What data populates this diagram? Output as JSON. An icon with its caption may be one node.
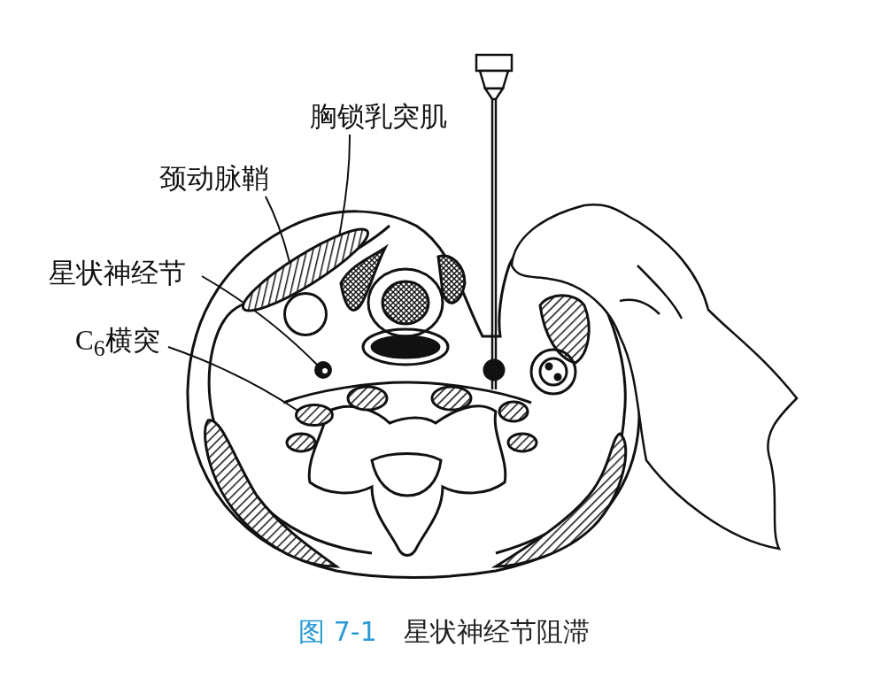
{
  "diagram": {
    "caption": "图 7-1　星状神经节阻滞",
    "nodes": [
      {
        "text": [
          "胸锁乳突肌"
        ]
      },
      {
        "text": [
          "颈动脉鞘"
        ]
      },
      {
        "text": [
          "星状神经节"
        ]
      },
      {
        "text": [
          "C$_{6}$横突"
        ]
      },
      {
        "text": [],
        "shape": "ellipse"
      },
      {
        "text": [],
        "shape": "circle"
      },
      {
        "text": [],
        "shape": "circle"
      },
      {
        "text": [],
        "shape": "ellipse"
      }
    ],
    "edges": [
      {
        "from": 0,
        "to": 4,
        "arrow": "none"
      },
      {
        "from": 1,
        "to": 5,
        "arrow": "none"
      },
      {
        "from": 2,
        "to": 6,
        "arrow": "none"
      },
      {
        "from": 3,
        "to": 7,
        "arrow": "none"
      }
    ]
  }
}
